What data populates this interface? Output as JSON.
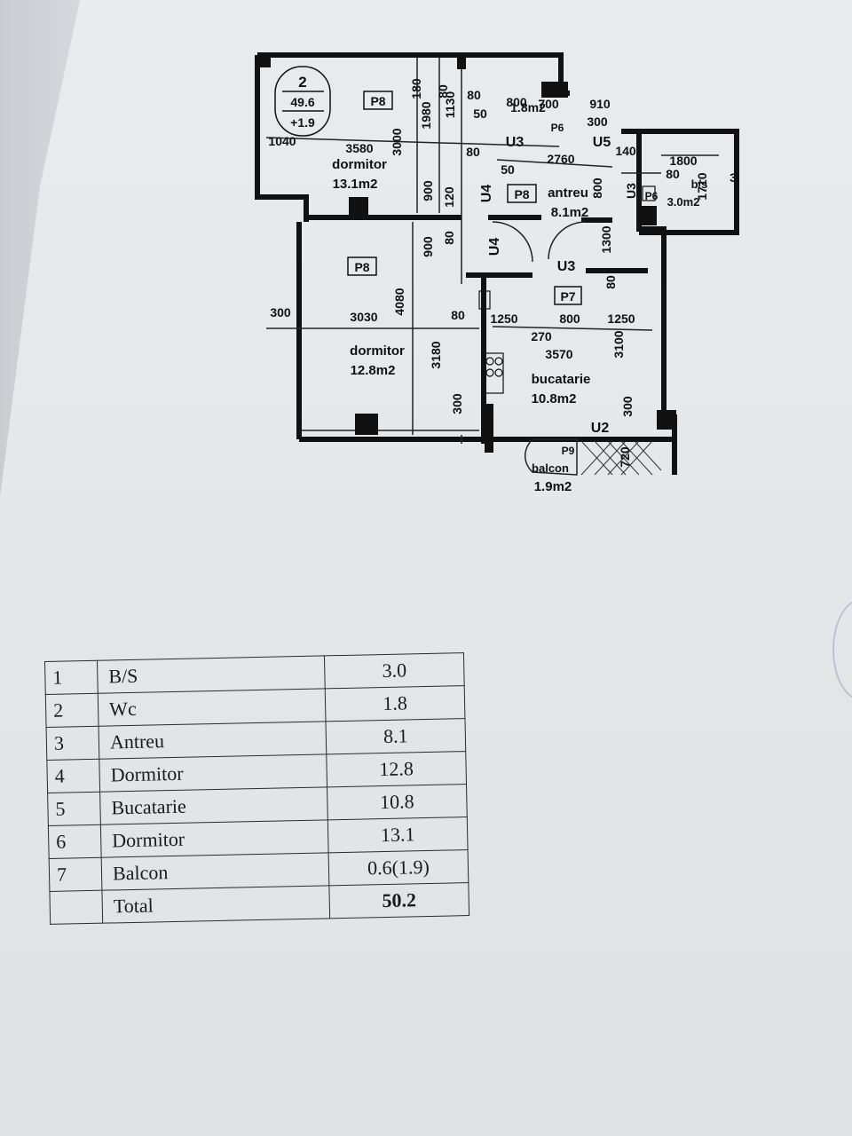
{
  "plan": {
    "apartment": {
      "number": "2",
      "area": "49.6",
      "extra": "+1.9"
    },
    "rooms": [
      {
        "key": "dormitor_top",
        "name": "dormitor",
        "area": "13.1m2"
      },
      {
        "key": "dormitor_left",
        "name": "dormitor",
        "area": "12.8m2"
      },
      {
        "key": "antreu",
        "name": "antreu",
        "area": "8.1m2"
      },
      {
        "key": "bucatarie",
        "name": "bucatarie",
        "area": "10.8m2"
      },
      {
        "key": "bs",
        "name": "b/s",
        "area": "3.0m2"
      },
      {
        "key": "wc",
        "name": "",
        "area": "1.8m2"
      },
      {
        "key": "balcon",
        "name": "balcon",
        "area": "1.9m2"
      }
    ],
    "labels": [
      "P8",
      "P8",
      "P8",
      "P7",
      "P6",
      "P6",
      "P9",
      "U3",
      "U3",
      "U3",
      "U4",
      "U4",
      "U5",
      "U2"
    ],
    "dimensions": [
      "1040",
      "3580",
      "3000",
      "1980",
      "180",
      "80",
      "1130",
      "80",
      "50",
      "800",
      "700",
      "910",
      "300",
      "80",
      "2760",
      "140",
      "1800",
      "1710",
      "3",
      "900",
      "120",
      "900",
      "80",
      "800",
      "1300",
      "300",
      "3030",
      "4080",
      "80",
      "1250",
      "800",
      "1250",
      "270",
      "3570",
      "3180",
      "3100",
      "80",
      "300",
      "300",
      "720",
      "80",
      "50"
    ]
  },
  "table": {
    "rows": [
      {
        "num": "1",
        "name": "B/S",
        "value": "3.0"
      },
      {
        "num": "2",
        "name": "Wc",
        "value": "1.8"
      },
      {
        "num": "3",
        "name": "Antreu",
        "value": "8.1"
      },
      {
        "num": "4",
        "name": "Dormitor",
        "value": "12.8"
      },
      {
        "num": "5",
        "name": "Bucatarie",
        "value": "10.8"
      },
      {
        "num": "6",
        "name": "Dormitor",
        "value": "13.1"
      },
      {
        "num": "7",
        "name": "Balcon",
        "value": "0.6(1.9)"
      }
    ],
    "total_label": "Total",
    "total_value": "50.2"
  }
}
